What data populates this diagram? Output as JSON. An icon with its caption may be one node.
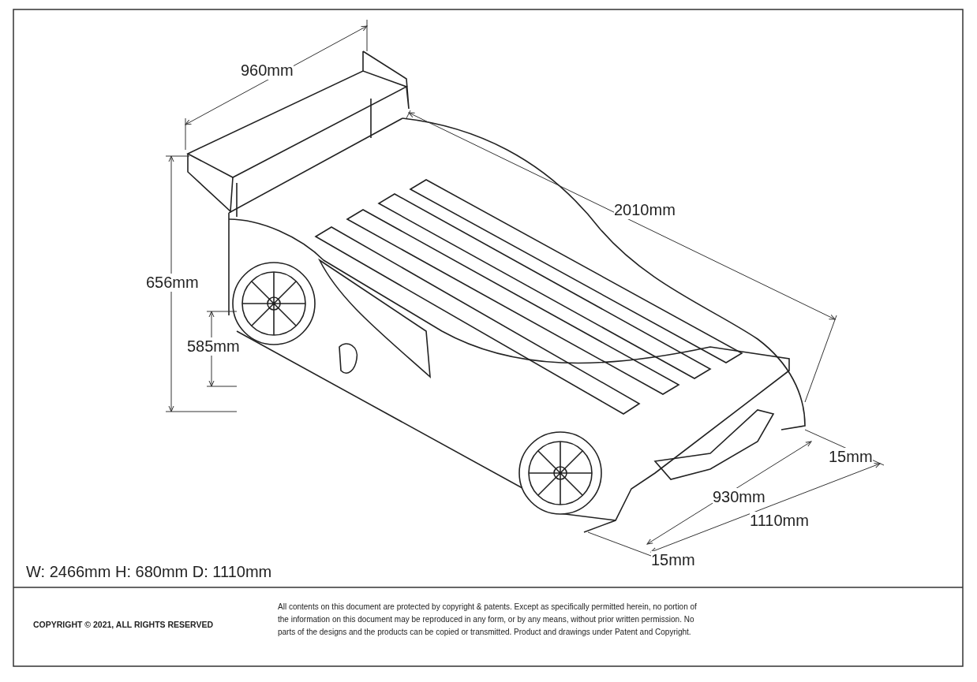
{
  "diagram": {
    "labels": [
      "960mm",
      "2010mm",
      "656mm",
      "585mm",
      "15mm",
      "930mm",
      "1110mm",
      "15mm",
      "W: 2466mm H: 680mm D: 1110mm",
      "COPYRIGHT © 2021, ALL RIGHTS RESERVED",
      "All contents on this document are protected by copyright & patents. Except as specifically permitted herein, no portion of the information on this document may be reproduced in any form, or by any means, without prior written permission. No parts of the designs and the products can be copied or transmitted. Product and drawings under Patent and Copyright."
    ]
  }
}
